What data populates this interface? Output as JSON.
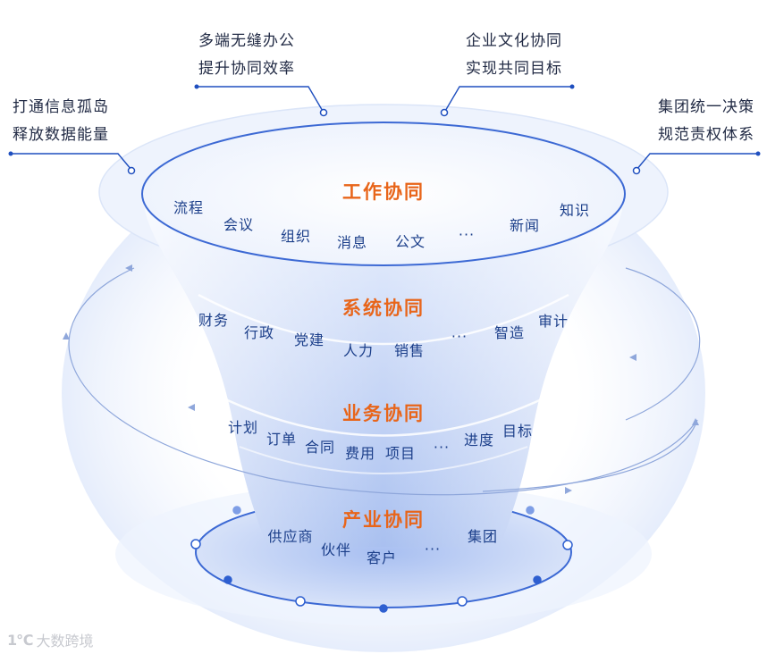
{
  "callouts": [
    {
      "id": "top-left",
      "lines": [
        "多端无缝办公",
        "提升协同效率"
      ]
    },
    {
      "id": "top-right",
      "lines": [
        "企业文化协同",
        "实现共同目标"
      ]
    },
    {
      "id": "left",
      "lines": [
        "打通信息孤岛",
        "释放数据能量"
      ]
    },
    {
      "id": "right",
      "lines": [
        "集团统一决策",
        "规范责权体系"
      ]
    }
  ],
  "layers": [
    {
      "title": "工作协同",
      "items": [
        "流程",
        "会议",
        "组织",
        "消息",
        "公文",
        "···",
        "新闻",
        "知识"
      ]
    },
    {
      "title": "系统协同",
      "items": [
        "财务",
        "行政",
        "党建",
        "人力",
        "销售",
        "···",
        "智造",
        "审计"
      ]
    },
    {
      "title": "业务协同",
      "items": [
        "计划",
        "订单",
        "合同",
        "费用",
        "项目",
        "···",
        "进度",
        "目标"
      ]
    },
    {
      "title": "产业协同",
      "items": [
        "供应商",
        "伙伴",
        "客户",
        "···",
        "集团"
      ]
    }
  ],
  "watermark": {
    "logo": "1℃",
    "text": "大数跨境"
  },
  "colors": {
    "title": "#e8651a",
    "item": "#1c3f8a",
    "accent": "#2e5fd0",
    "funnel": "#cfdcf7"
  }
}
